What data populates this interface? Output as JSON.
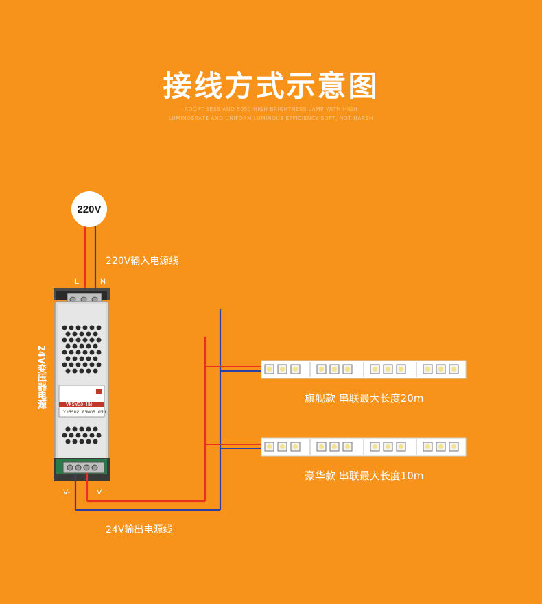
{
  "title": "接线方式示意图",
  "subtitle_line1": "ADOPT SESS AND 5050 HIGH BRIGHTNESS LAMP WITH HIGH",
  "subtitle_line2": "LUMINOSRATE AND UNIFORM LUMINOUS EFFICIENCY SOFT, NOT HARSH",
  "ac_label": "220V",
  "input_cable_label": "220V输入电源线",
  "terminal_l": "L",
  "terminal_n": "N",
  "psu_vertical_label": "24V变压器电源",
  "psu_face_text": {
    "model": "NH-60W24V",
    "brand": "LED POWER SUPPLY"
  },
  "terminal_vminus": "V-",
  "terminal_vplus": "V+",
  "output_cable_label": "24V输出电源线",
  "strips": [
    {
      "label": "旗舰款  串联最大长度20m"
    },
    {
      "label": "豪华款  串联最大长度10m"
    }
  ],
  "colors": {
    "background": "#F7931A",
    "live_wire": "#E8321E",
    "neutral_wire": "#2E3FA8",
    "text": "#FFFFFF"
  }
}
